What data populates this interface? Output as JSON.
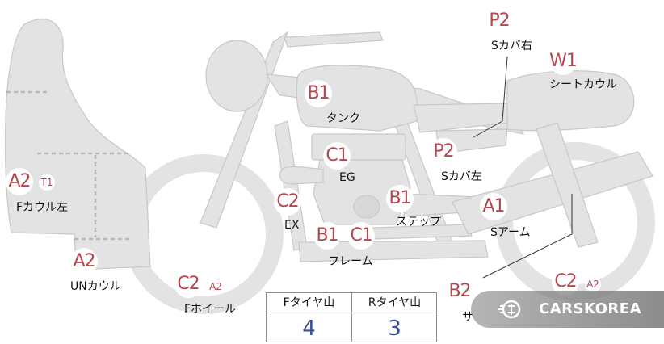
{
  "parts": {
    "s_cover_right": {
      "grade": "P2",
      "label": "Sカバ右"
    },
    "seat_cowl": {
      "grade": "W1",
      "label": "シートカウル"
    },
    "tank": {
      "grade": "B1",
      "label": "タンク"
    },
    "engine": {
      "grade": "C1",
      "label": "EG"
    },
    "s_cover_left": {
      "grade": "P2",
      "label": "Sカバ左"
    },
    "exhaust": {
      "grade": "C2",
      "label": "EX"
    },
    "step": {
      "grade": "B1",
      "label": "ステップ"
    },
    "swing_arm": {
      "grade": "A1",
      "label": "Sアーム"
    },
    "frame": {
      "grades": [
        "B1",
        "C1"
      ],
      "label": "フレーム"
    },
    "f_cowl_left": {
      "grades": [
        "A2",
        "T1"
      ],
      "label": "Fカウル左"
    },
    "under_cowl": {
      "grade": "A2",
      "label": "UNカウル"
    },
    "f_wheel": {
      "grades": [
        "C2",
        "A2"
      ],
      "label": "Fホイール"
    },
    "lower_right_1": {
      "grade": "B2",
      "label": "サ"
    },
    "lower_right_2": {
      "grades": [
        "C2",
        "A2"
      ]
    }
  },
  "tire_table": {
    "front_header": "Fタイヤ山",
    "front_value": "4",
    "rear_header": "Rタイヤ山",
    "rear_value": "3"
  },
  "watermark": {
    "text": "CARSKOREA",
    "icon": "carskorea-logo-icon"
  },
  "colors": {
    "badge_text": "#b4474d",
    "silhouette": "#e3e3e3",
    "table_value": "#3a4e8c"
  }
}
